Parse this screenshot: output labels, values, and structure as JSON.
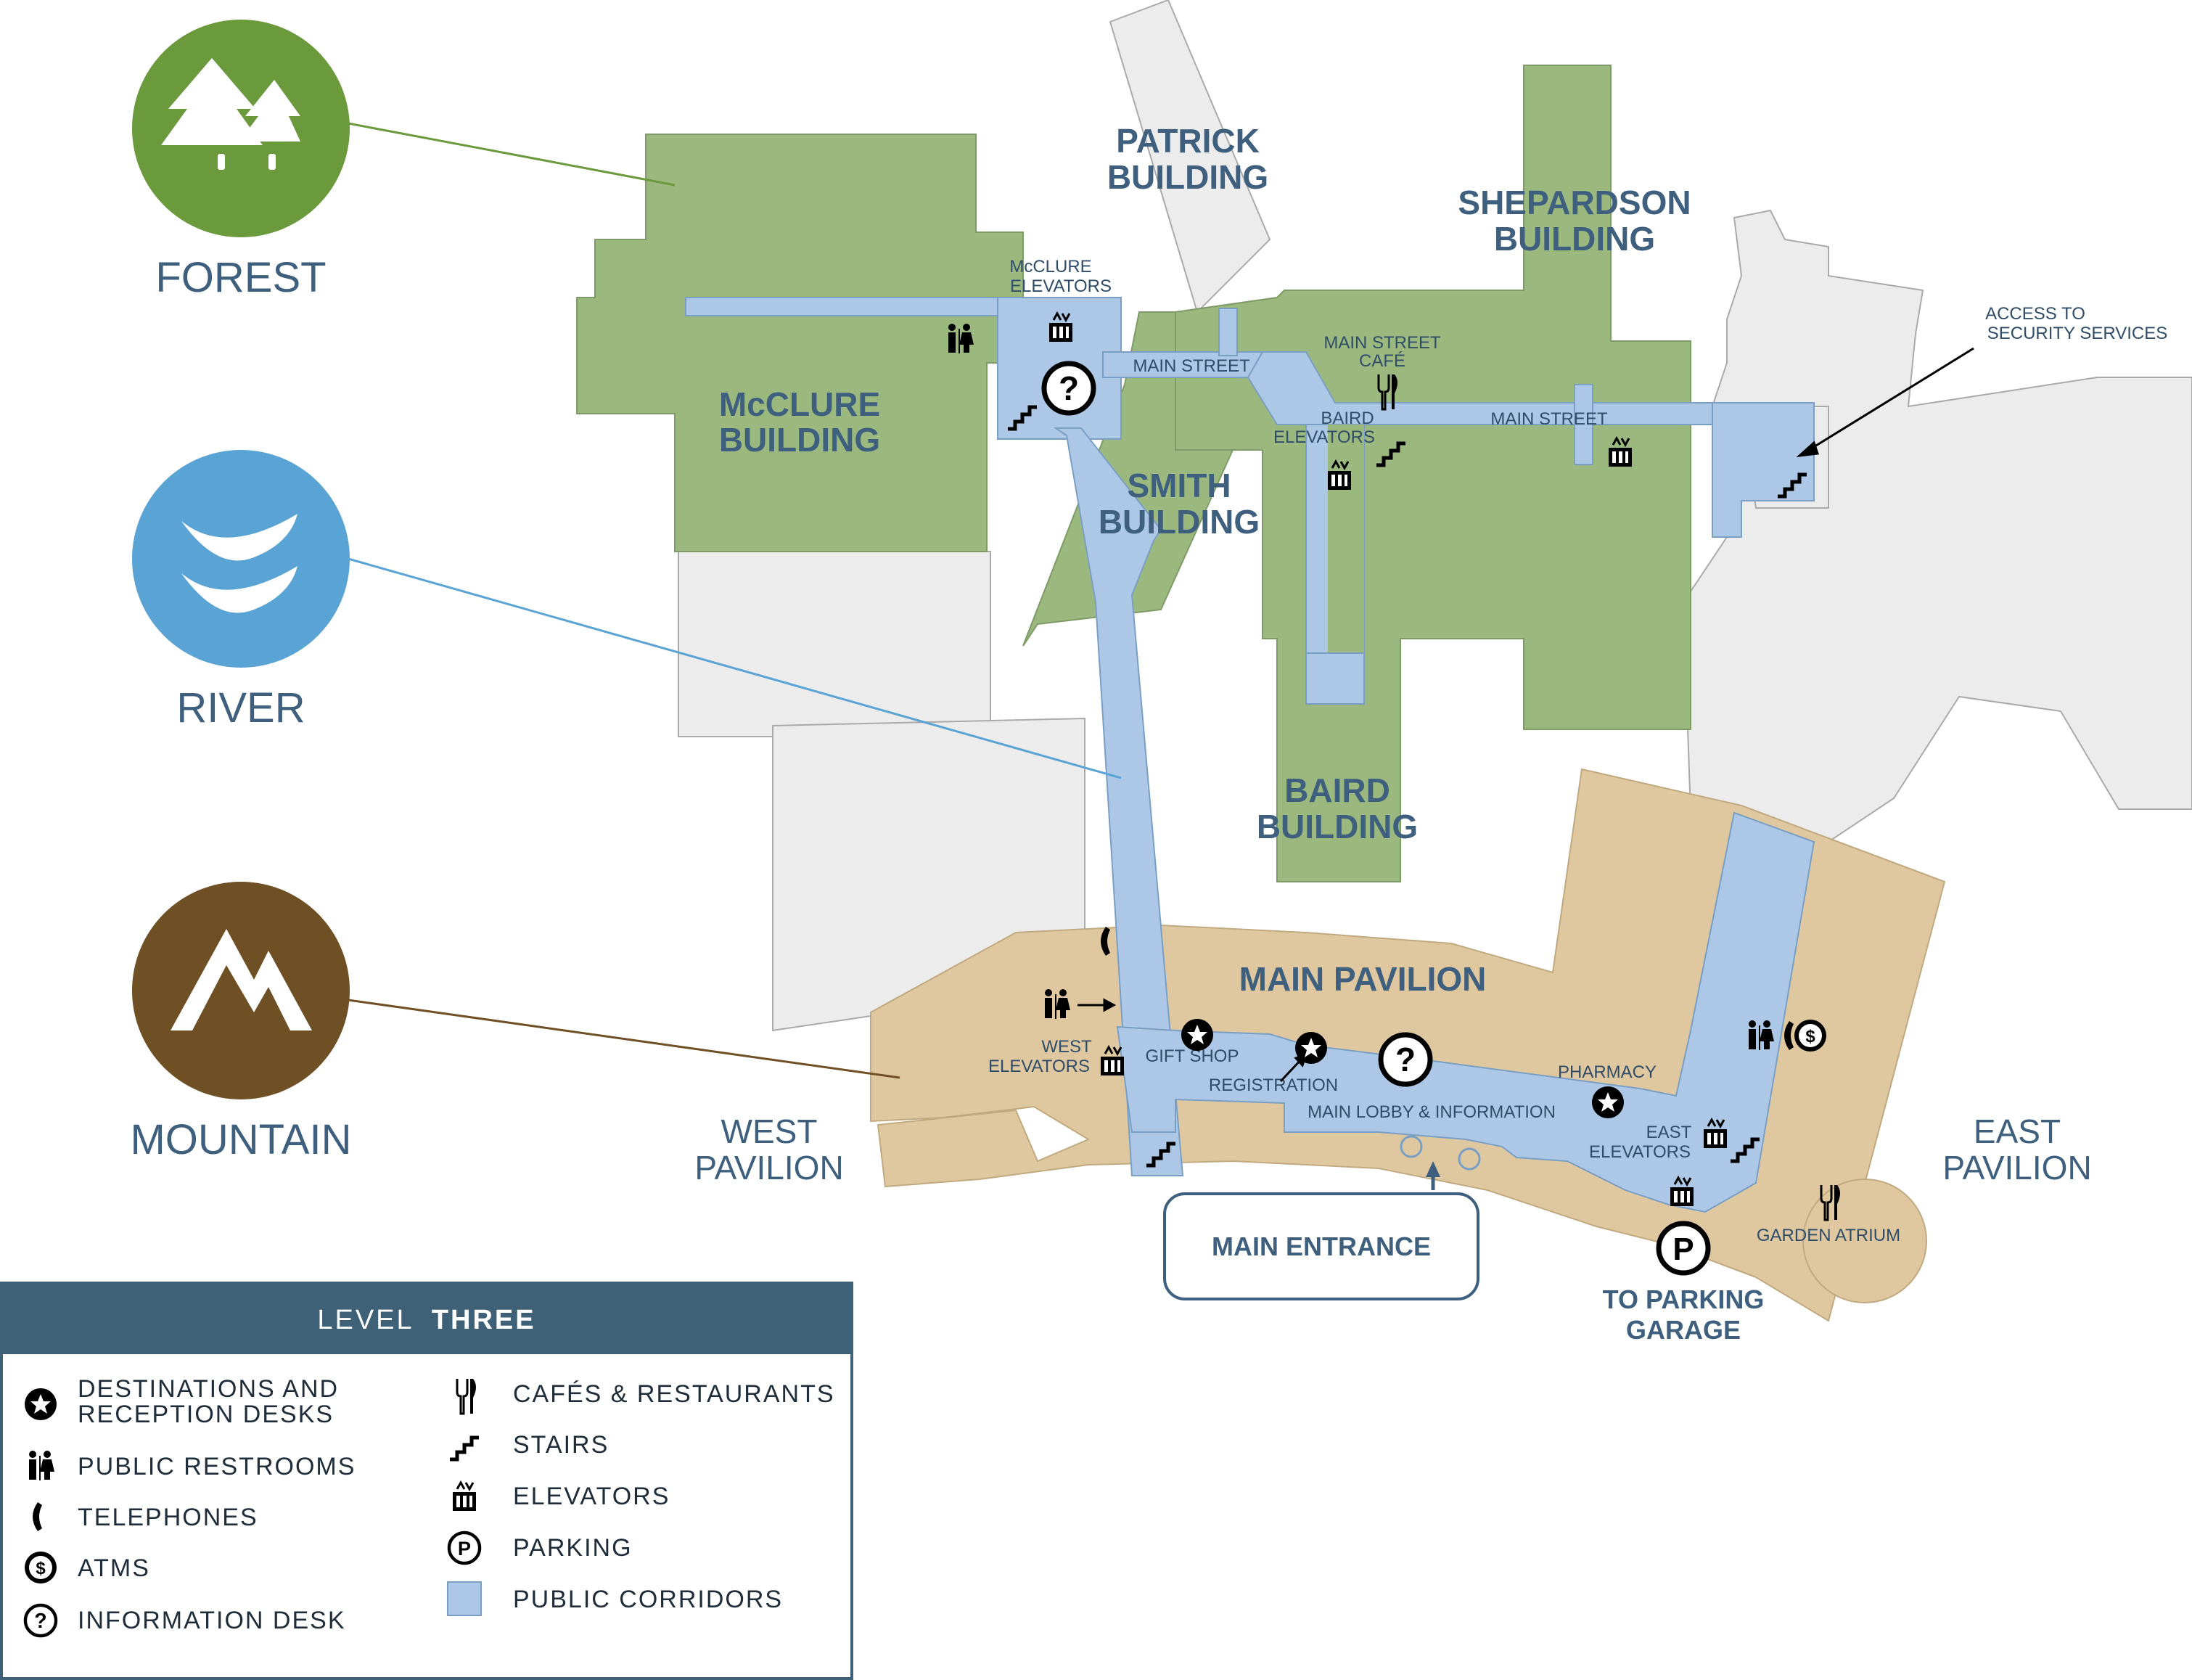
{
  "zones": [
    {
      "id": "forest",
      "label": "FOREST",
      "color": "#6a9a3c",
      "icon": "trees-icon"
    },
    {
      "id": "river",
      "label": "RIVER",
      "color": "#5aa3d5",
      "icon": "waves-icon"
    },
    {
      "id": "mountain",
      "label": "MOUNTAIN",
      "color": "#6f5024",
      "icon": "mountains-icon"
    }
  ],
  "buildings": {
    "patrick": [
      "PATRICK",
      "BUILDING"
    ],
    "shepardson": [
      "SHEPARDSON",
      "BUILDING"
    ],
    "mcclure": [
      "McCLURE",
      "BUILDING"
    ],
    "smith": [
      "SMITH",
      "BUILDING"
    ],
    "baird": [
      "BAIRD",
      "BUILDING"
    ],
    "main_pavilion": "MAIN PAVILION",
    "west_pavilion": [
      "WEST",
      "PAVILION"
    ],
    "east_pavilion": [
      "EAST",
      "PAVILION"
    ]
  },
  "labels": {
    "mcclure_elevators": [
      "McCLURE",
      "ELEVATORS"
    ],
    "main_street_1": "MAIN STREET",
    "main_street_cafe": [
      "MAIN STREET",
      "CAFÉ"
    ],
    "baird_elevators": [
      "BAIRD",
      "ELEVATORS"
    ],
    "main_street_2": "MAIN STREET",
    "access_security": [
      "ACCESS TO",
      "SECURITY SERVICES"
    ],
    "west_elevators": [
      "WEST",
      "ELEVATORS"
    ],
    "gift_shop": "GIFT SHOP",
    "registration": "REGISTRATION",
    "main_lobby": "MAIN LOBBY & INFORMATION",
    "pharmacy": "PHARMACY",
    "east_elevators": [
      "EAST",
      "ELEVATORS"
    ],
    "garden_atrium": "GARDEN ATRIUM",
    "to_parking": [
      "TO PARKING",
      "GARAGE"
    ],
    "main_entrance": "MAIN ENTRANCE"
  },
  "legend": {
    "title_prefix": "LEVEL",
    "title_bold": "THREE",
    "items_left": [
      {
        "icon": "star-icon",
        "text": [
          "DESTINATIONS AND",
          "RECEPTION DESKS"
        ]
      },
      {
        "icon": "restroom-icon",
        "text": [
          "PUBLIC RESTROOMS"
        ]
      },
      {
        "icon": "telephone-icon",
        "text": [
          "TELEPHONES"
        ]
      },
      {
        "icon": "atm-icon",
        "text": [
          "ATMS"
        ]
      },
      {
        "icon": "information-icon",
        "text": [
          "INFORMATION DESK"
        ]
      }
    ],
    "items_right": [
      {
        "icon": "fork-knife-icon",
        "text": [
          "CAFÉS & RESTAURANTS"
        ]
      },
      {
        "icon": "stairs-icon",
        "text": [
          "STAIRS"
        ]
      },
      {
        "icon": "elevator-icon",
        "text": [
          "ELEVATORS"
        ]
      },
      {
        "icon": "parking-icon",
        "text": [
          "PARKING"
        ]
      },
      {
        "icon": "corridor-swatch",
        "text": [
          "PUBLIC CORRIDORS"
        ]
      }
    ]
  },
  "colors": {
    "forest_fill": "#9bb97f",
    "mountain_fill": "#dfc8a0",
    "corridor": "#adc8e6",
    "gray": "#ececec",
    "legend_header": "#3e6178"
  }
}
